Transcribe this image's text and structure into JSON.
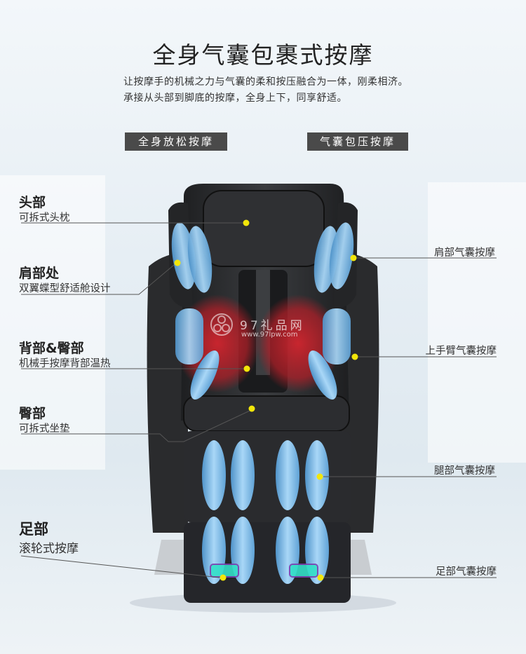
{
  "title": "全身气囊包裹式按摩",
  "subtitle_lines": [
    "让按摩手的机械之力与气囊的柔和按压融合为一体，刚柔相济。",
    "承接从头部到脚底的按摩，全身上下，同享舒适。"
  ],
  "tags": [
    "全身放松按摩",
    "气囊包压按摩"
  ],
  "left_labels": [
    {
      "heading": "头部",
      "sub": "可拆式头枕"
    },
    {
      "heading": "肩部处",
      "sub": "双翼蝶型舒适舱设计"
    },
    {
      "heading": "背部&臀部",
      "sub": "机械手按摩背部温热"
    },
    {
      "heading": "臀部",
      "sub": "可拆式坐垫"
    },
    {
      "heading": "足部",
      "sub": "滚轮式按摩"
    }
  ],
  "right_labels": [
    "肩部气囊按摩",
    "上手臂气囊按摩",
    "腿部气囊按摩",
    "足部气囊按摩"
  ],
  "watermark": {
    "brand": "97礼品网",
    "url": "www.97lpw.com"
  },
  "colors": {
    "airbag": "#8ec6ee",
    "heat": "#c8232c",
    "dot": "#f2e60a",
    "tag_bg": "#4a4a4a"
  }
}
